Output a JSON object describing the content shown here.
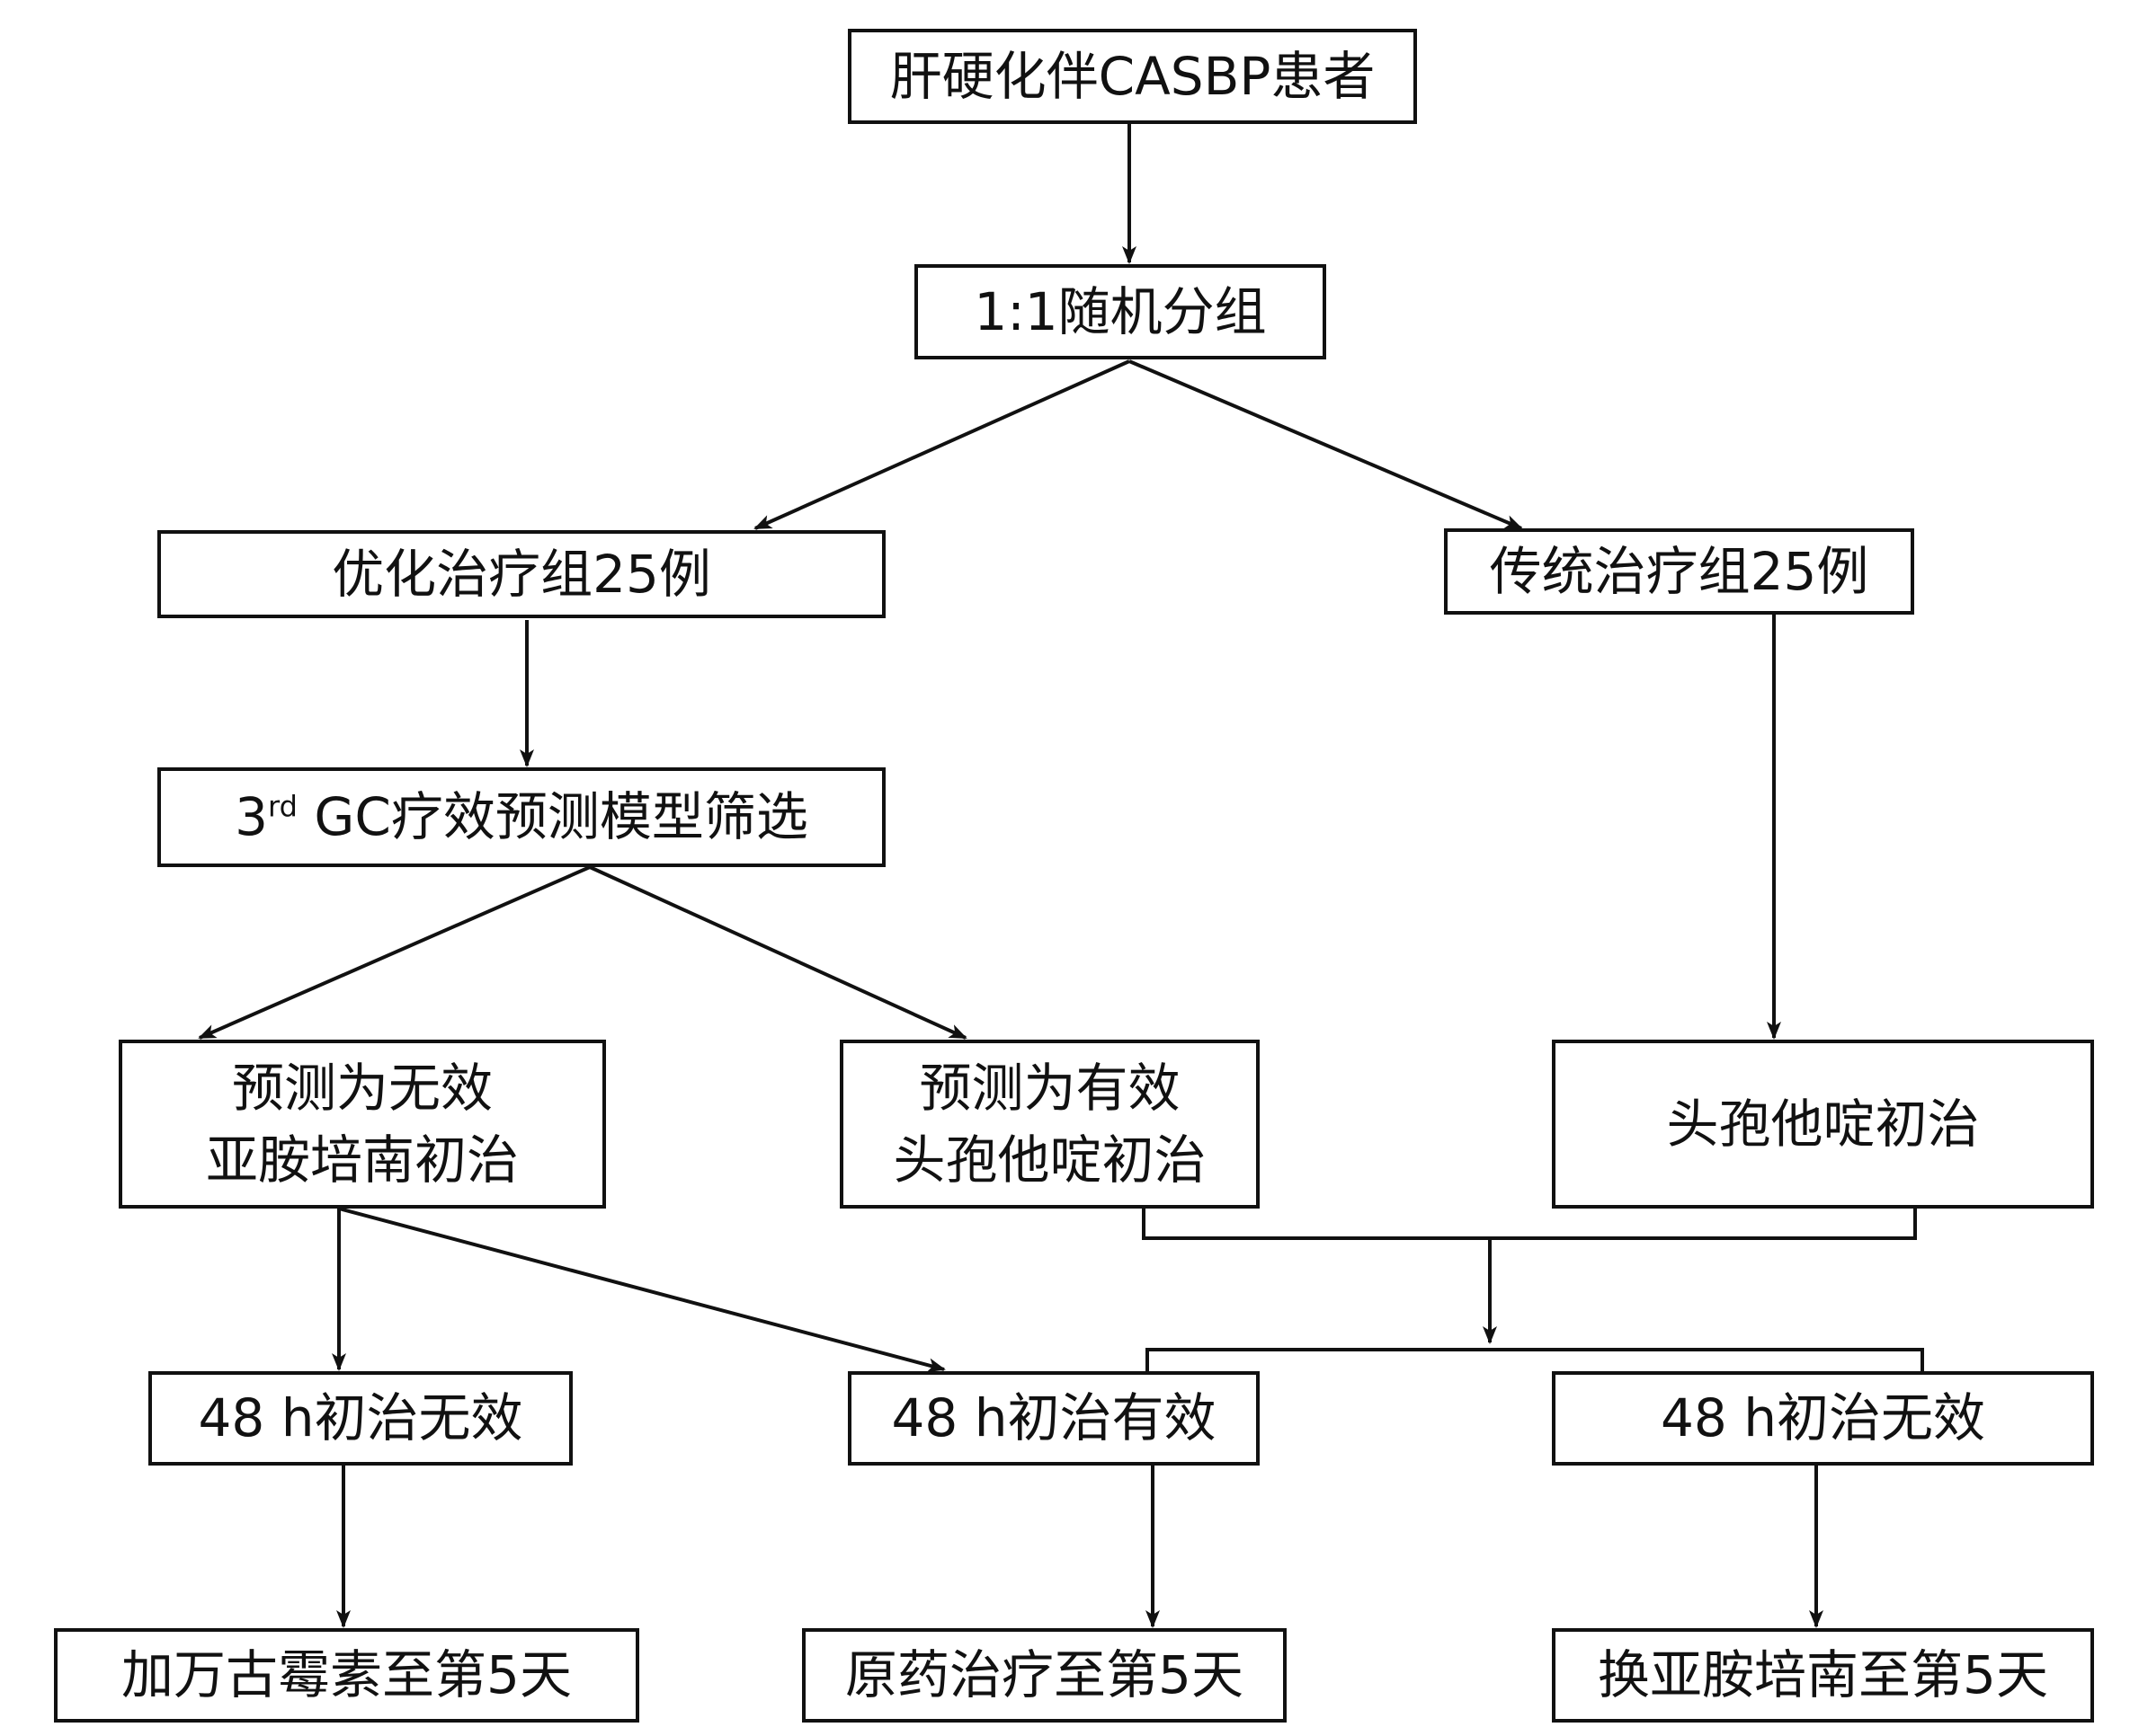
{
  "nodes": {
    "patients": "肝硬化伴CASBP患者",
    "randomize": "1:1随机分组",
    "optimized_group": "优化治疗组25例",
    "traditional_group": "传统治疗组25例",
    "screening": {
      "prefix": "3",
      "superscript": "rd",
      "suffix": " GC疗效预测模型筛选"
    },
    "predict_invalid": {
      "line1": "预测为无效",
      "line2": "亚胺培南初治"
    },
    "predict_valid": {
      "line1": "预测为有效",
      "line2": "头孢他啶初治"
    },
    "traditional_initial": "头孢他啶初治",
    "fail_left": "48 h初治无效",
    "success_middle": "48 h初治有效",
    "fail_right": "48 h初治无效",
    "outcome_vancomycin": "加万古霉素至第5天",
    "outcome_original": "原药治疗至第5天",
    "outcome_switch": "换亚胺培南至第5天"
  },
  "colors": {
    "stroke": "#111111",
    "background": "#ffffff"
  }
}
